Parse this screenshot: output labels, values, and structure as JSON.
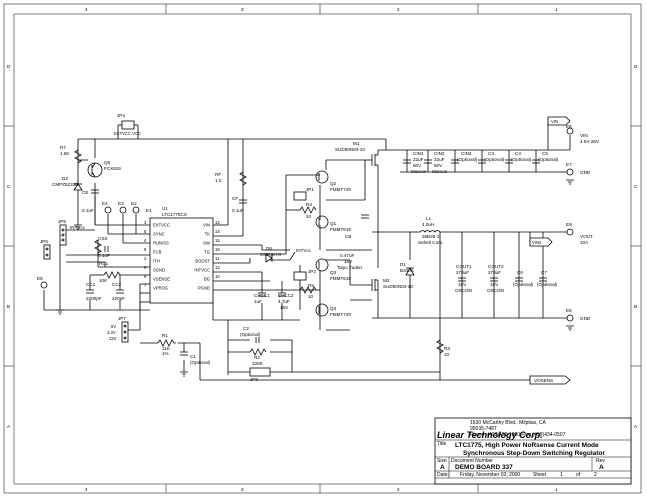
{
  "border": {
    "top_marks": [
      "4",
      "3",
      "2",
      "1"
    ],
    "left_marks": [
      "D",
      "C",
      "B",
      "A"
    ]
  },
  "title_block": {
    "company": "Linear Technology Corp.",
    "address": [
      "1630 McCarthy Blvd., Milpitas, CA",
      "95035-7487",
      "Phone: (408)432-1900 Fax: (408)434-0507"
    ],
    "title_label": "Title",
    "title_lines": [
      "LTC1775, High Power NoRsense Current Mode",
      "Synchronous Step-Down Switching Regulator"
    ],
    "size_label": "Size",
    "size_value": "A",
    "doc_label": "Document Number",
    "doc_value": "DEMO BOARD 337",
    "rev_label": "Rev",
    "rev_value": "A",
    "date_label": "Date:",
    "date_value": "Friday, November 03, 2000",
    "sheet_label": "Sheet",
    "sheet_value": "1",
    "of_label": "of",
    "of_value": "2"
  },
  "ic": {
    "designator": "U1",
    "part": "LTC1775CS",
    "left_pins": [
      {
        "num": "3",
        "name": "EXTVCC"
      },
      {
        "num": "5",
        "name": "SYNC"
      },
      {
        "num": "4",
        "name": "RUN/SS"
      },
      {
        "num": "6",
        "name": "FCB"
      },
      {
        "num": "2",
        "name": "ITH"
      },
      {
        "num": "8",
        "name": "SGND"
      },
      {
        "num": "9",
        "name": "VSENSE"
      },
      {
        "num": "7",
        "name": "VPROG"
      }
    ],
    "right_pins": [
      {
        "num": "12",
        "name": "VIN"
      },
      {
        "num": "14",
        "name": "TK"
      },
      {
        "num": "15",
        "name": "SW"
      },
      {
        "num": "16",
        "name": "TG"
      },
      {
        "num": "11",
        "name": "BOOST"
      },
      {
        "num": "13",
        "name": "INTVCC"
      },
      {
        "num": "10",
        "name": "BG"
      },
      {
        "num": "",
        "name": "PGND"
      }
    ]
  },
  "labels": {
    "jp4": "JP4",
    "jp4_txt": "EXTVCC\nVCC",
    "r7": "R7",
    "r7v": "1.5K",
    "q5": "Q5",
    "q5v": "FCX619",
    "dz": "DZ",
    "dzv": "CMPZ5233B",
    "ce": "CE",
    "cev": "0.1uF",
    "e4": "E4",
    "e3": "E3",
    "e2": "E2",
    "e1": "E1",
    "jp5": "JP5",
    "intvcc1": "INTVcc",
    "css": "CSS",
    "cssv": "0.1uF",
    "jp6": "JP6",
    "rc1": "RC1",
    "rc1v": "10K",
    "cc1": "CC1",
    "cc1v": "2200pF",
    "cc2": "CC2",
    "cc2v": "220pF",
    "e5": "E5",
    "jp7": "JP7",
    "jp7a": "5V",
    "jp7b": "3.3V",
    "jp7c": "12V",
    "r1": "R1",
    "r1v": "11K",
    "r1p": "1%",
    "c1": "C1",
    "c1v": "(Optional)",
    "rf": "RF",
    "rfv": "1.0",
    "cf": "CF",
    "cfv": "0.1uF",
    "jp1": "JP1",
    "r4": "R4",
    "r4v": "10",
    "q2": "Q2",
    "q2v": "FMMT720",
    "q1": "Q1",
    "q1v": "FMMT619",
    "m1": "M1",
    "m1v": "SUD50N03-10",
    "d6": "D6",
    "d6v": "CMDSH-3",
    "intvcc2": "INTVcc",
    "cb": "CB",
    "cbv": "0.47uF",
    "cbv2": "16V",
    "cbv3": "Taiyo Yuden",
    "jp2": "JP2",
    "r5": "R5",
    "r5v": "10",
    "q3": "Q3",
    "q3v": "FMMT619",
    "q4": "Q4",
    "q4v": "FMMT720",
    "m2": "M2",
    "m2v": "SUD50N03-10",
    "d1": "D1",
    "d1v": "B340A",
    "cvcc1": "CVCC1",
    "cvcc1v": "1uF",
    "cvcc2": "CVCC2",
    "cvcc2v": "4.7uF",
    "cvcc2v2": "16V",
    "c2": "C2",
    "c2v": "(Optional)",
    "r2": "R2",
    "r2v": "100K",
    "jp3": "JP3",
    "r3": "R3",
    "r3v": "10",
    "vosens": "VOSENS",
    "l1": "L1",
    "l1v": "4.0uH",
    "l1v2": "38B30-1",
    "l1v3": "Sehelt Corp.",
    "cin1": "CIN1",
    "cin1v": "22uF",
    "cin1v2": "50V",
    "cin1v3": "Marcon",
    "cin2": "CIN2",
    "cin2v": "22uF",
    "cin2v2": "50V",
    "cin2v3": "Marcon",
    "cin3": "CIN3",
    "cin3v": "(Optional)",
    "c3": "C3",
    "c3v": "(Optional)",
    "c4": "C4",
    "c4v": "(Optional)",
    "c5": "C5",
    "c5v": "(Optional)",
    "vin_net": "VIN",
    "e6": "E6",
    "vin_lbl": "VIN",
    "vin_rng": "4.5V-28V",
    "e7": "E7",
    "gnd1": "GND",
    "vin2_net": "VIN2",
    "cout1": "COUT1",
    "cout1v": "270uF",
    "cout1v2": "16V",
    "cout1v3": "OSCON",
    "cout2": "COUT2",
    "cout2v": "270uF",
    "cout2v2": "16V",
    "cout2v3": "OSCON",
    "c6": "C6",
    "c6v": "(Optional)",
    "c7": "C7",
    "c7v": "(Optional)",
    "e9": "E9",
    "vout": "VOUT",
    "voutv": "10A",
    "e8": "E8",
    "gnd2": "GND"
  }
}
